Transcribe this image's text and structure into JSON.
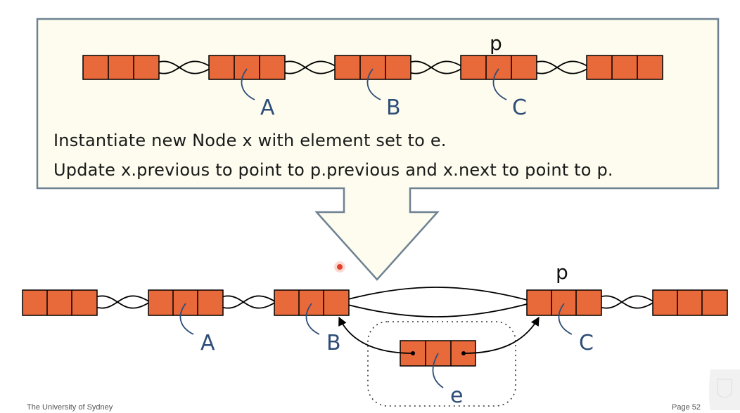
{
  "slide": {
    "instructions": [
      "Instantiate new Node x with element set to e.",
      "Update x.previous to point to p.previous and x.next to point to p."
    ],
    "footer_left": "The University of Sydney",
    "footer_right": "Page 52"
  },
  "top_list": {
    "node_labels": [
      "A",
      "B",
      "C"
    ],
    "pointer_label": "p"
  },
  "bottom_list": {
    "node_labels": [
      "A",
      "B",
      "C"
    ],
    "pointer_label": "p",
    "new_node_label": "e"
  },
  "colors": {
    "cell_fill": "#E8693A",
    "callout_fill": "#FDFCEE",
    "callout_border": "#6E8192",
    "label_color": "#2E4D78"
  }
}
